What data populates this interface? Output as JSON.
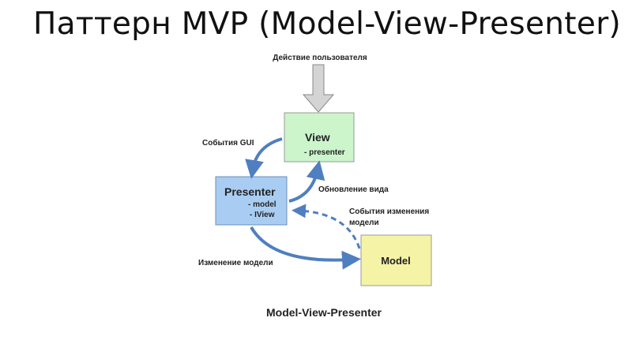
{
  "slide": {
    "title": "Паттерн MVP (Model-View-Presenter)"
  },
  "diagram": {
    "user_action": "Действие пользователя",
    "view": {
      "name": "View",
      "field": "- presenter",
      "color": "#ccf5cc"
    },
    "presenter": {
      "name": "Presenter",
      "fields": [
        "- model",
        "- IView"
      ],
      "color": "#a9cdf2"
    },
    "model": {
      "name": "Model",
      "color": "#f5f3a6"
    },
    "edges": {
      "gui_events": "События GUI",
      "view_update": "Обновление вида",
      "model_events_1": "События изменения",
      "model_events_2": "модели",
      "model_change": "Изменение модели"
    },
    "caption": "Model-View-Presenter",
    "arrow_color": "#4f7fc0"
  }
}
